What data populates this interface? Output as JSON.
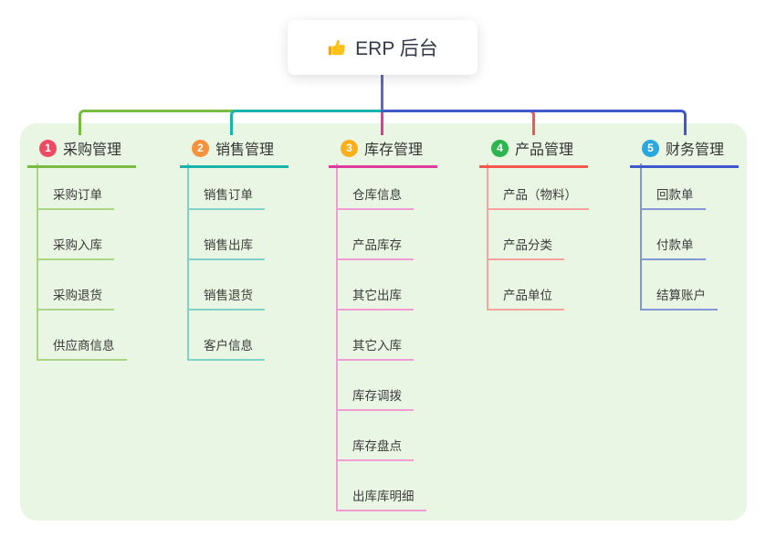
{
  "root": {
    "label": "ERP 后台",
    "icon": "thumbs-up-icon",
    "text_color": "#333a47"
  },
  "colors": {
    "canvas_background": "#ffffff",
    "panel_background": "#e9f6e3",
    "root_connector": "#5b6ac4",
    "title_text": "#333333",
    "child_text": "#3b3b3b"
  },
  "branches": [
    {
      "badge": "1",
      "label": "采购管理",
      "badge_color": "#ef4a63",
      "line_color": "#79bb40",
      "child_line_color": "#a9d585",
      "children": [
        "采购订单",
        "采购入库",
        "采购退货",
        "供应商信息"
      ]
    },
    {
      "badge": "2",
      "label": "销售管理",
      "badge_color": "#f6913d",
      "line_color": "#18b4ac",
      "child_line_color": "#80d2ca",
      "children": [
        "销售订单",
        "销售出库",
        "销售退货",
        "客户信息"
      ]
    },
    {
      "badge": "3",
      "label": "库存管理",
      "badge_color": "#fcaf17",
      "line_color": "#e03a9d",
      "child_line_color": "#f19cd2",
      "children": [
        "仓库信息",
        "产品库存",
        "其它出库",
        "其它入库",
        "库存调拨",
        "库存盘点",
        "出库库明细"
      ]
    },
    {
      "badge": "4",
      "label": "产品管理",
      "badge_color": "#2db54f",
      "line_color": "#f5564d",
      "child_line_color": "#f9a39d",
      "children": [
        "产品（物料）",
        "产品分类",
        "产品单位"
      ]
    },
    {
      "badge": "5",
      "label": "财务管理",
      "badge_color": "#29a9e0",
      "line_color": "#4058cb",
      "child_line_color": "#8196d6",
      "children": [
        "回款单",
        "付款单",
        "结算账户"
      ]
    }
  ]
}
